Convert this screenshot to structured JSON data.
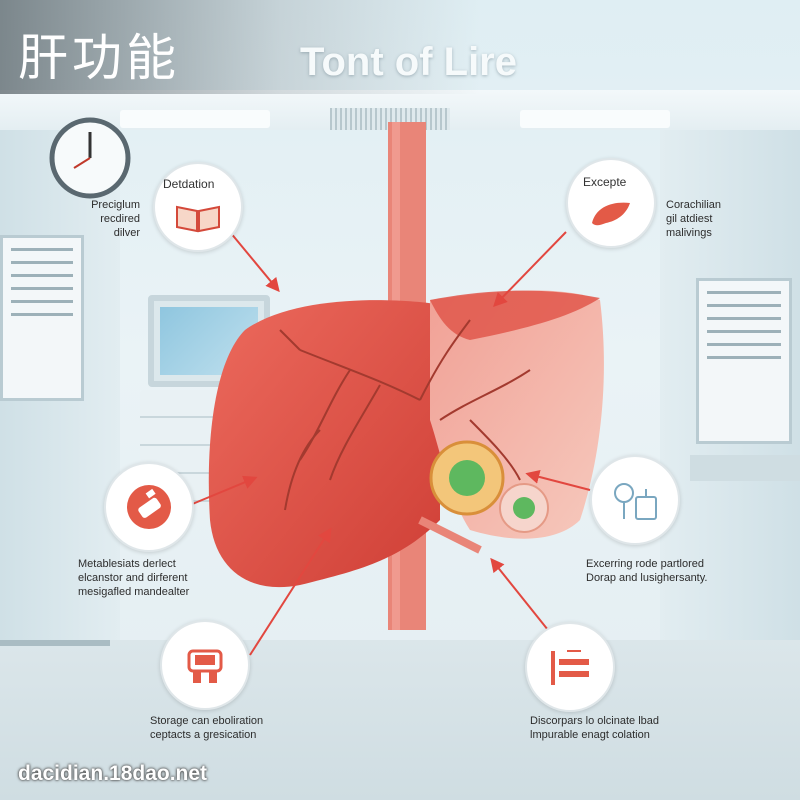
{
  "header": {
    "cn_title": "肝功能",
    "en_title": "Tont of Lire"
  },
  "callouts": {
    "top_left": {
      "title": "Detdation",
      "icon": "book-icon",
      "label": [
        "Preciglum",
        "recdired",
        "dilver"
      ]
    },
    "top_right": {
      "title": "Excepte",
      "icon": "liver-shape-icon",
      "label": [
        "Corachilian",
        "gil atdiest",
        "malivings"
      ]
    },
    "mid_left": {
      "icon": "vial-icon",
      "label": [
        "Metablesiats derlect",
        "elcanstor and dirferent",
        "mesigafled mandealter"
      ]
    },
    "mid_right": {
      "icon": "lab-equipment-icon",
      "label": [
        "Excerring rode partlored",
        "Dorap and lusighersanty."
      ]
    },
    "bottom_left": {
      "icon": "machine-icon",
      "label": [
        "Storage can eboliration",
        "ceptacts a gresication"
      ]
    },
    "bottom_right": {
      "icon": "surgery-table-icon",
      "label": [
        "Discorpars lo olcinate lbad",
        "lmpurable enagt colation"
      ]
    }
  },
  "colors": {
    "liver": "#e2574c",
    "liver_dark": "#c23b33",
    "arrow": "#e2473f",
    "icon": "#e35a47"
  },
  "footer": {
    "watermark": "dacidian.18dao.net"
  }
}
